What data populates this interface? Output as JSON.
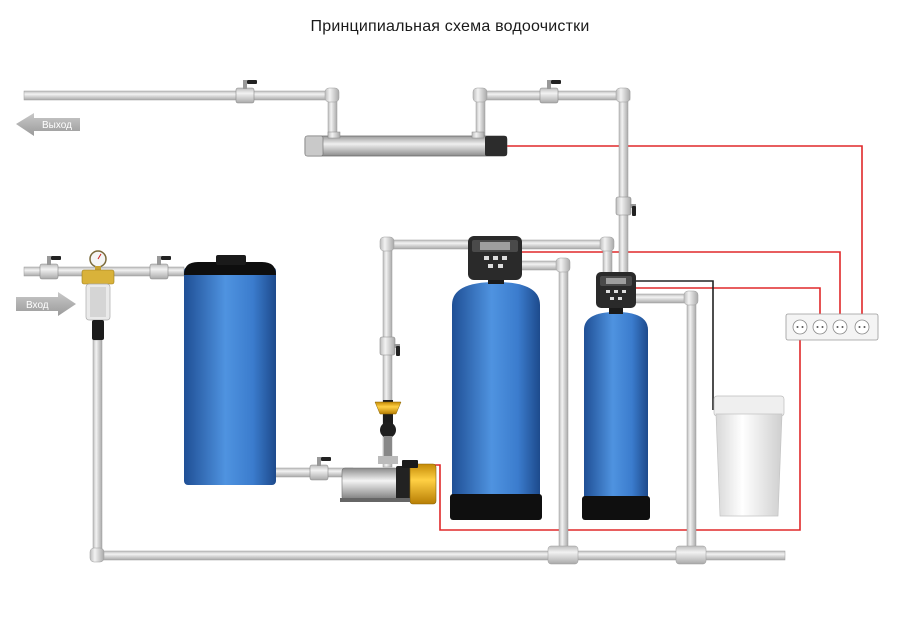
{
  "title": "Принципиальная схема водоочистки",
  "labels": {
    "outlet": "Выход",
    "inlet": "Вход"
  },
  "colors": {
    "pipe": "#d0d0d0",
    "pipe_edge": "#a8a8a8",
    "tank_blue": "#3f7fcf",
    "wire_red": "#e0282a",
    "wire_black": "#222222",
    "pump_yellow": "#f2b718",
    "arrow_grey": "#b3b3b3"
  },
  "components": [
    {
      "id": "inlet-pipe",
      "name": "inlet-pipe"
    },
    {
      "id": "mesh-filter",
      "name": "mesh-filter"
    },
    {
      "id": "storage-tank",
      "name": "storage-tank"
    },
    {
      "id": "pump",
      "name": "pump"
    },
    {
      "id": "filter-tank-large",
      "name": "filter-tank-large"
    },
    {
      "id": "filter-tank-small",
      "name": "filter-tank-small"
    },
    {
      "id": "brine-tank",
      "name": "brine-tank"
    },
    {
      "id": "uv-lamp",
      "name": "uv-lamp"
    },
    {
      "id": "power-socket-strip",
      "name": "power-socket-strip"
    },
    {
      "id": "outlet-pipe",
      "name": "outlet-pipe"
    }
  ]
}
